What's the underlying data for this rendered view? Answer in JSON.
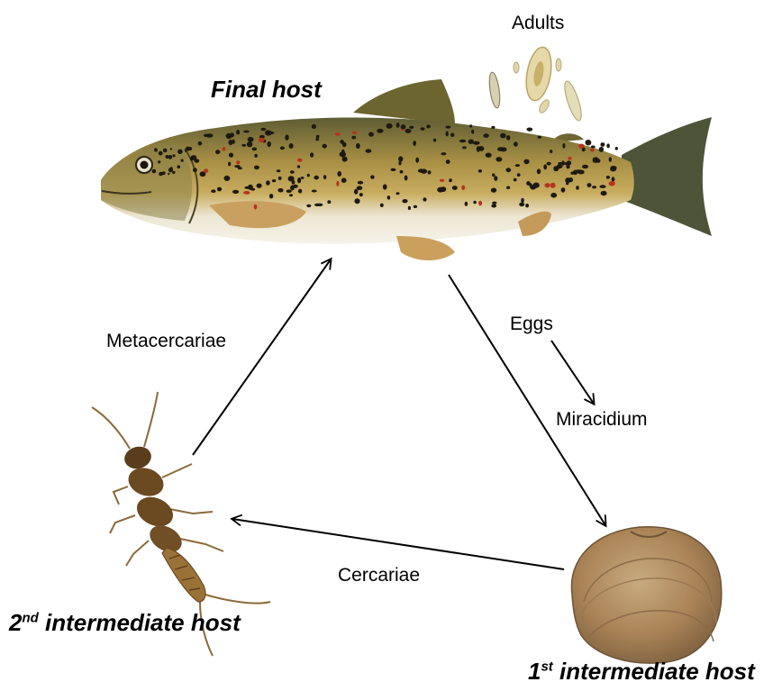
{
  "hosts": {
    "final": {
      "label": "Final host"
    },
    "first_intermediate": {
      "num": "1",
      "suffix": "st",
      "label": "intermediate host"
    },
    "second_intermediate": {
      "num": "2",
      "suffix": "nd",
      "label": "intermediate host"
    }
  },
  "stages": {
    "adults": "Adults",
    "eggs": "Eggs",
    "miracidium": "Miracidium",
    "cercariae": "Cercariae",
    "metacercariae": "Metacercariae"
  },
  "colors": {
    "fish_body": "#b59a4a",
    "fish_back": "#6e6a3a",
    "fish_belly": "#f2efe6",
    "fish_fin": "#c9a060",
    "fish_spots": "#1e1a12",
    "fish_red_spots": "#b5331f",
    "tail": "#4d5438",
    "clam": "#b08a5c",
    "insect": "#6b4a22",
    "worm": "#e8dcb0",
    "arrow": "#000000"
  }
}
